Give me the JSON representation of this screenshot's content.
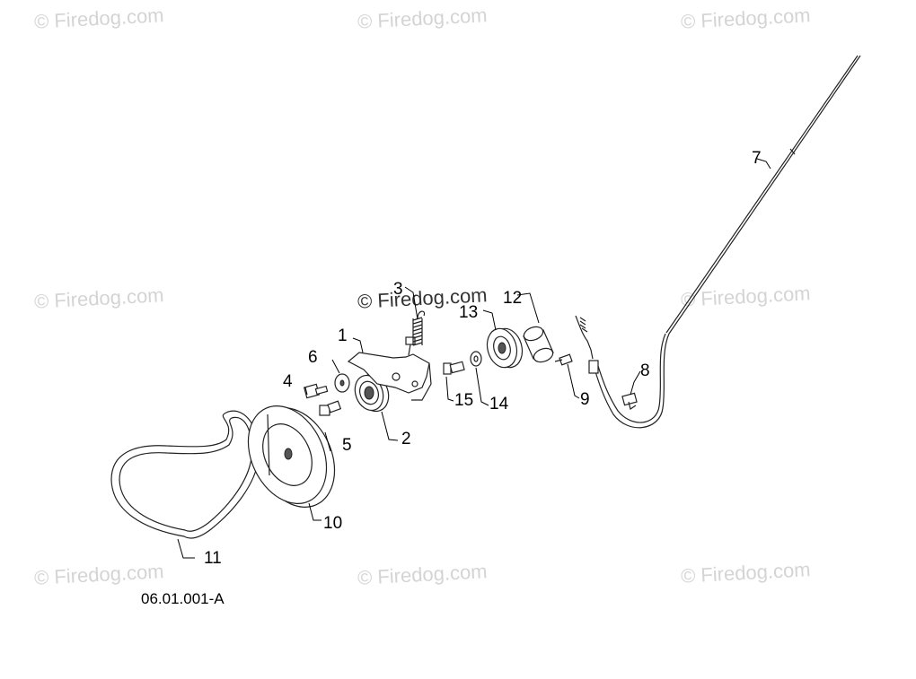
{
  "watermark": "© Firedog.com",
  "figure_code": "06.01.001-A",
  "callouts": {
    "p1": "1",
    "p2": "2",
    "p3": "3",
    "p4": "4",
    "p5": "5",
    "p6": "6",
    "p7": "7",
    "p8": "8",
    "p9": "9",
    "p10": "10",
    "p11": "11",
    "p12": "12",
    "p13": "13",
    "p14": "14",
    "p15": "15"
  }
}
